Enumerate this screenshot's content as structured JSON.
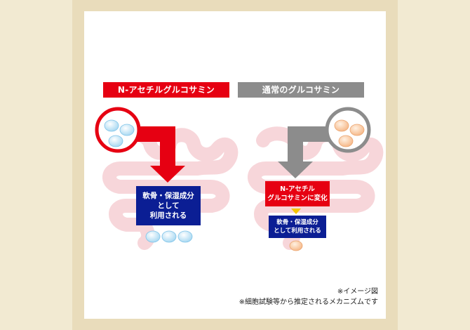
{
  "left": {
    "header": "N-アセチルグルコサミン",
    "box_lines": [
      "軟骨・保湿成分",
      "として",
      "利用される"
    ]
  },
  "right": {
    "header": "通常のグルコサミン",
    "change_lines": [
      "N-アセチル",
      "グルコサミンに変化"
    ],
    "box_lines": [
      "軟骨・保湿成分",
      "として利用される"
    ]
  },
  "notes": [
    "※イメージ図",
    "※細胞試験等から推定されるメカニズムです"
  ],
  "colors": {
    "red": "#e60012",
    "gray": "#8c8c8c",
    "navy": "#0b1e94",
    "intestine": "#f7d6da",
    "blue_particle": "#cfe9f8",
    "orange_particle": "#fbd3ae",
    "yellow_arrow": "#f5c400"
  }
}
